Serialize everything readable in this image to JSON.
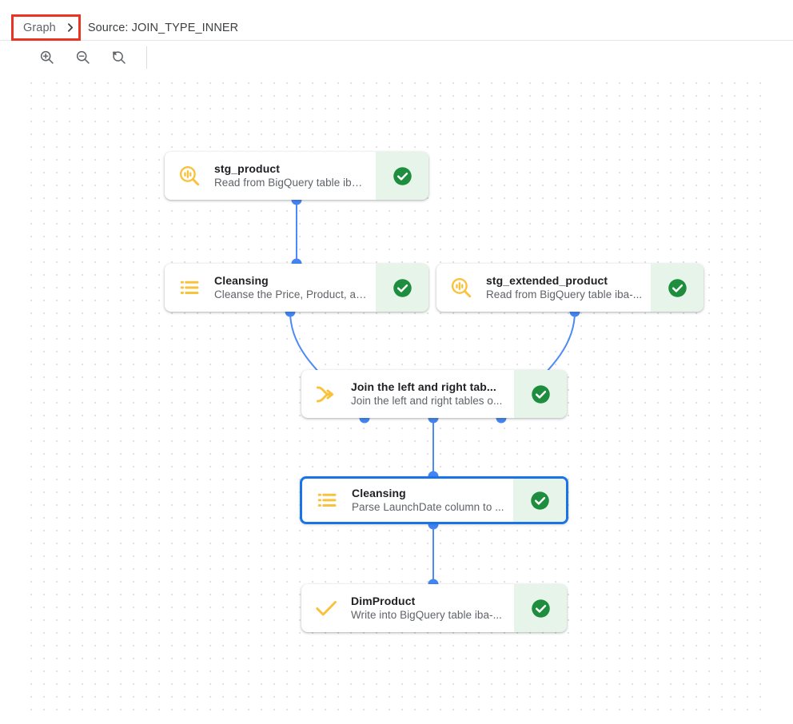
{
  "breadcrumb": {
    "root_label": "Graph",
    "separator_icon": "chevron-right-icon",
    "current_label": "Source: JOIN_TYPE_INNER"
  },
  "toolbar": {
    "zoom_in_icon": "zoom-in-icon",
    "zoom_out_icon": "zoom-out-icon",
    "zoom_reset_icon": "zoom-reset-icon"
  },
  "colors": {
    "accent_blue": "#1a73e8",
    "edge_blue": "#4285f4",
    "node_icon_amber": "#f9c23c",
    "status_green": "#1e8e3e",
    "status_bg_green": "#e6f4ea",
    "highlight_red": "#ea3323"
  },
  "graph": {
    "nodes": [
      {
        "id": "stg_product",
        "title": "stg_product",
        "subtitle": "Read from BigQuery table iba-...",
        "icon": "bigquery-source-icon",
        "status": "check-circle-icon",
        "selected": false
      },
      {
        "id": "cleansing_1",
        "title": "Cleansing",
        "subtitle": "Cleanse the Price, Product, an...",
        "icon": "cleansing-list-icon",
        "status": "check-circle-icon",
        "selected": false
      },
      {
        "id": "stg_extended_product",
        "title": "stg_extended_product",
        "subtitle": "Read from BigQuery table iba-...",
        "icon": "bigquery-source-icon",
        "status": "check-circle-icon",
        "selected": false
      },
      {
        "id": "join",
        "title": "Join the left and right tab...",
        "subtitle": "Join the left and right tables o...",
        "icon": "join-merge-icon",
        "status": "check-circle-icon",
        "selected": false
      },
      {
        "id": "cleansing_2",
        "title": "Cleansing",
        "subtitle": "Parse LaunchDate column to ...",
        "icon": "cleansing-list-icon",
        "status": "check-circle-icon",
        "selected": true
      },
      {
        "id": "dimproduct",
        "title": "DimProduct",
        "subtitle": "Write into BigQuery table iba-...",
        "icon": "sink-check-icon",
        "status": "check-circle-icon",
        "selected": false
      }
    ],
    "edges": [
      {
        "from": "stg_product",
        "to": "cleansing_1"
      },
      {
        "from": "cleansing_1",
        "to": "join"
      },
      {
        "from": "stg_extended_product",
        "to": "join"
      },
      {
        "from": "join",
        "to": "cleansing_2"
      },
      {
        "from": "cleansing_2",
        "to": "dimproduct"
      }
    ]
  }
}
